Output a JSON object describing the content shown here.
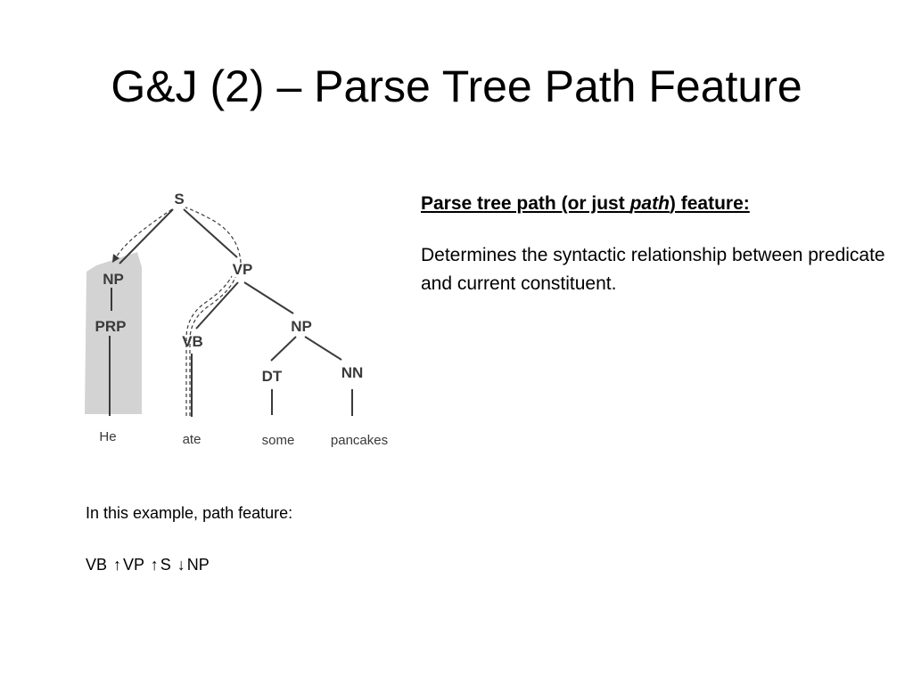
{
  "slide": {
    "title": "G&J (2) – Parse Tree Path Feature"
  },
  "tree": {
    "nodes": {
      "s": "S",
      "vp": "VP",
      "np_subj": "NP",
      "prp": "PRP",
      "vb": "VB",
      "np_obj": "NP",
      "dt": "DT",
      "nn": "NN"
    },
    "words": {
      "he": "He",
      "ate": "ate",
      "some": "some",
      "pancakes": "pancakes"
    },
    "highlight_color": "#d3d3d3"
  },
  "description": {
    "heading_prefix": "Parse tree path (or just ",
    "heading_italic": "path",
    "heading_suffix": ") feature:",
    "body": "Determines the syntactic relationship between predicate and current constituent."
  },
  "example": {
    "intro": "In this example, path feature:",
    "path": {
      "part1": "VB",
      "arrow_up_1": "↑",
      "part2": "VP",
      "arrow_up_2": "↑",
      "part3": "S",
      "arrow_down": "↓",
      "part4": "NP"
    }
  }
}
